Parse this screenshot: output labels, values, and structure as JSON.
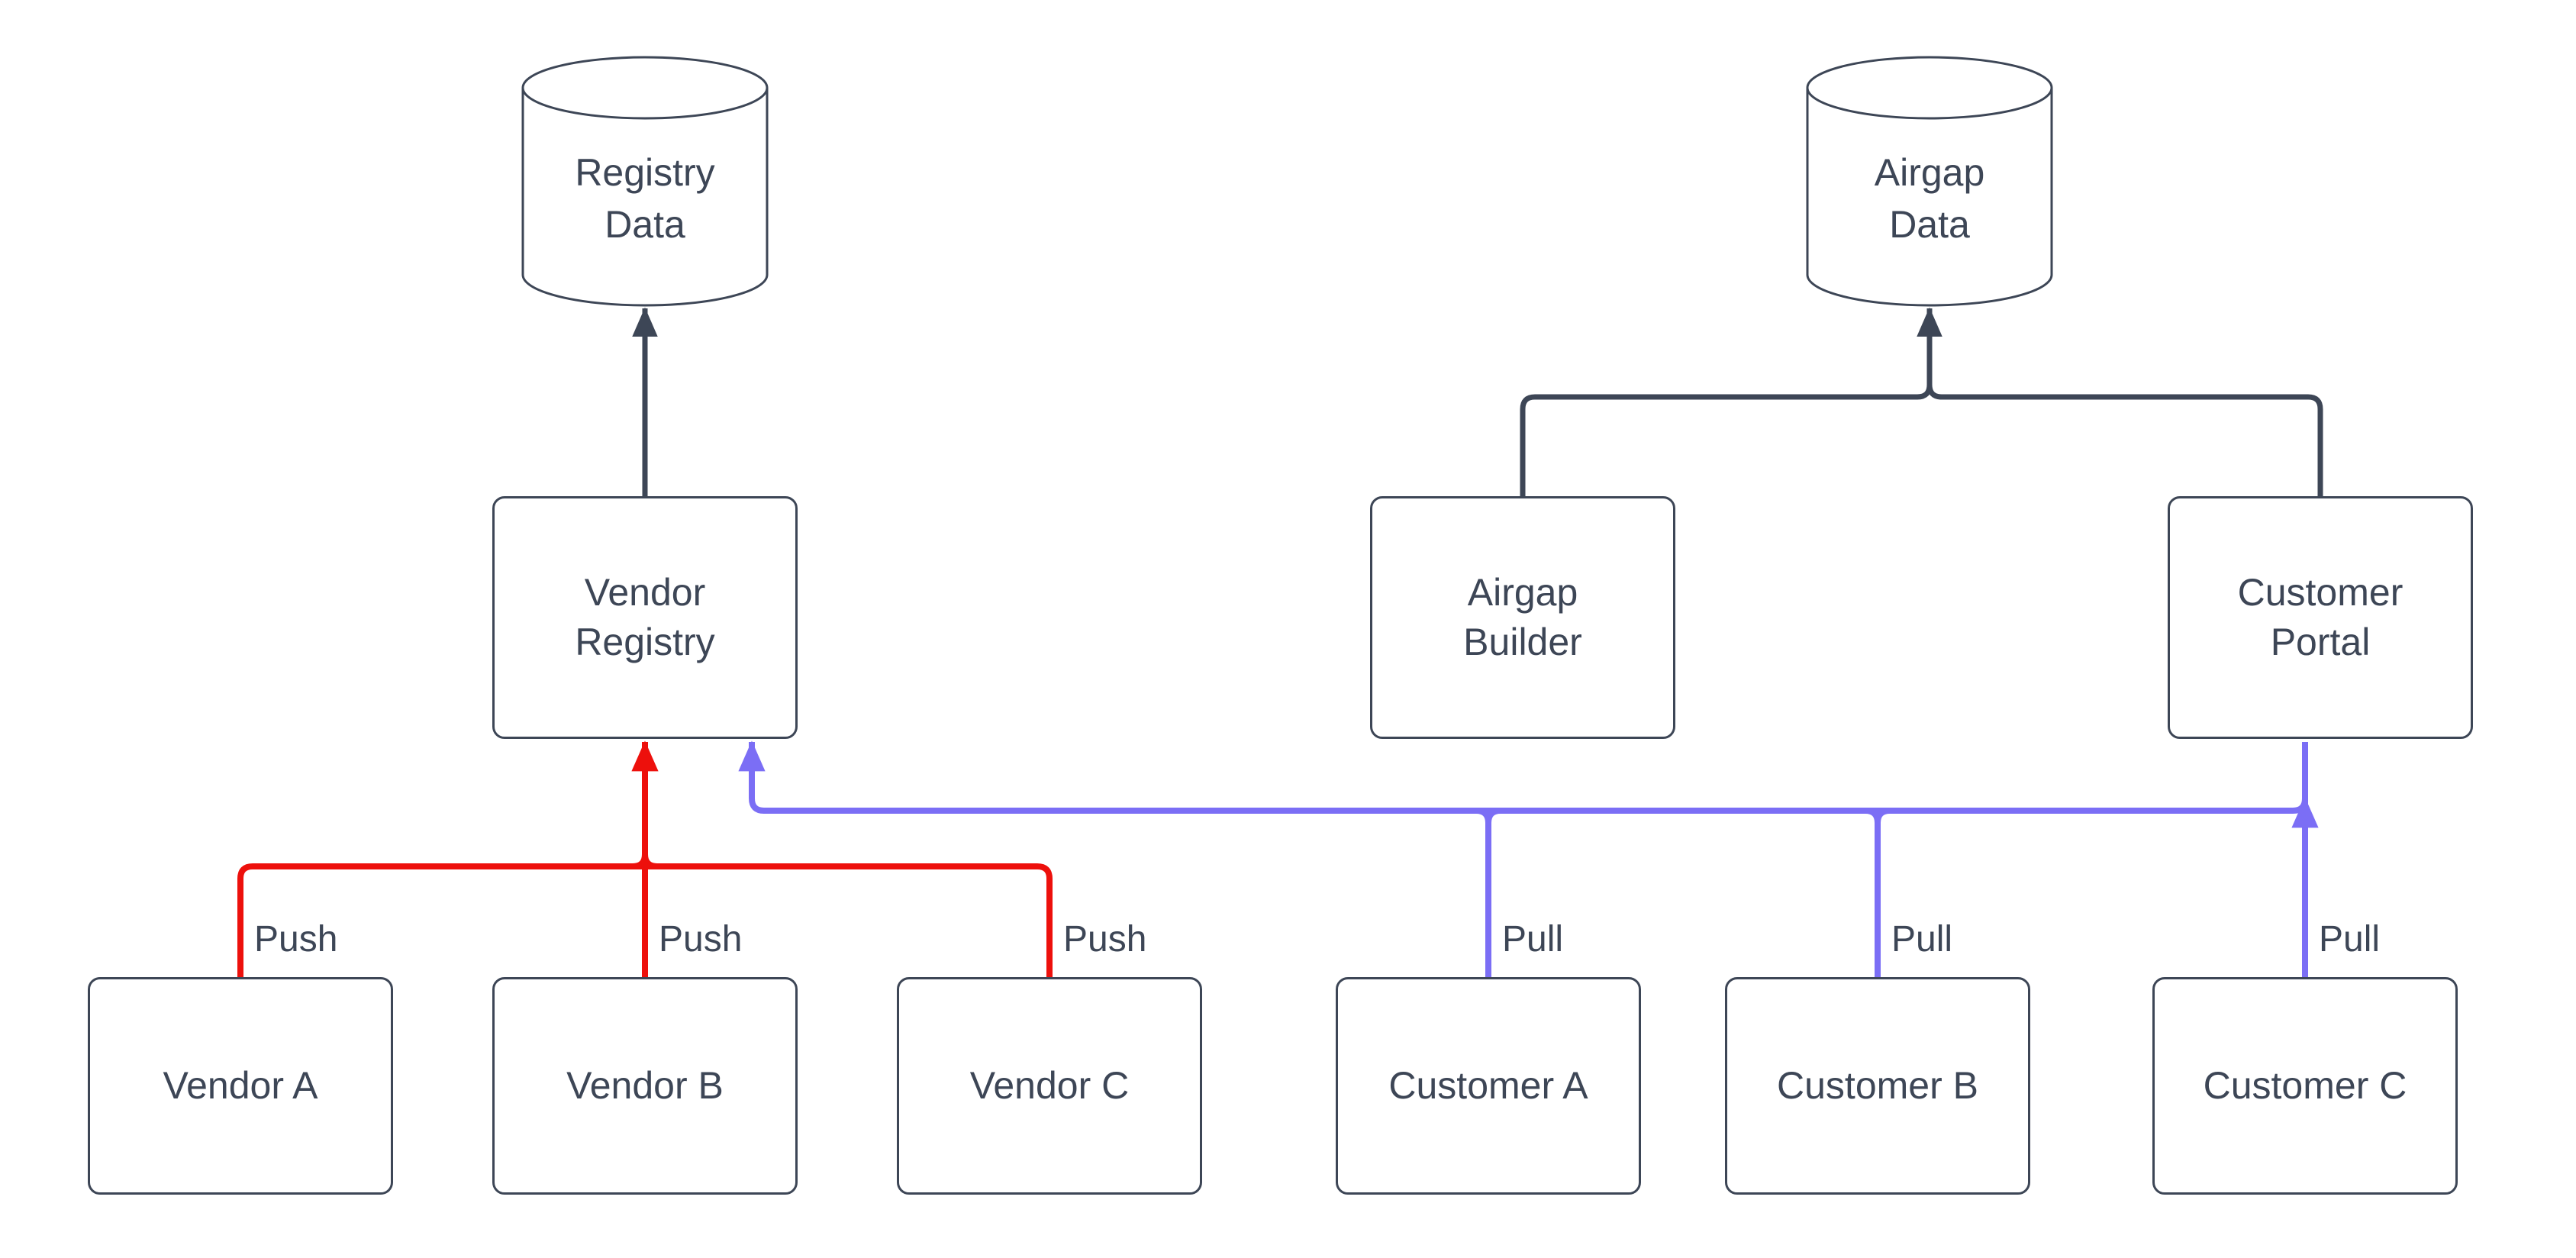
{
  "colors": {
    "dark": "#3d4656",
    "red": "#ed100c",
    "blue": "#7b6ef5",
    "background": "#ffffff",
    "node_fill": "#ffffff"
  },
  "nodes": {
    "registry_data": {
      "type": "database",
      "line1": "Registry",
      "line2": "Data"
    },
    "airgap_data": {
      "type": "database",
      "line1": "Airgap",
      "line2": "Data"
    },
    "vendor_registry": {
      "type": "process",
      "line1": "Vendor",
      "line2": "Registry"
    },
    "airgap_builder": {
      "type": "process",
      "line1": "Airgap",
      "line2": "Builder"
    },
    "customer_portal": {
      "type": "process",
      "line1": "Customer",
      "line2": "Portal"
    },
    "vendor_a": {
      "type": "process",
      "label": "Vendor A"
    },
    "vendor_b": {
      "type": "process",
      "label": "Vendor B"
    },
    "vendor_c": {
      "type": "process",
      "label": "Vendor C"
    },
    "customer_a": {
      "type": "process",
      "label": "Customer A"
    },
    "customer_b": {
      "type": "process",
      "label": "Customer B"
    },
    "customer_c": {
      "type": "process",
      "label": "Customer C"
    }
  },
  "edge_labels": {
    "push": "Push",
    "pull": "Pull"
  },
  "edges": [
    {
      "from": "vendor_registry",
      "to": "registry_data",
      "color": "dark",
      "label": ""
    },
    {
      "from": "airgap_builder",
      "to": "airgap_data",
      "color": "dark",
      "label": ""
    },
    {
      "from": "customer_portal",
      "to": "airgap_data",
      "color": "dark",
      "label": ""
    },
    {
      "from": "vendor_a",
      "to": "vendor_registry",
      "color": "red",
      "label": "Push"
    },
    {
      "from": "vendor_b",
      "to": "vendor_registry",
      "color": "red",
      "label": "Push"
    },
    {
      "from": "vendor_c",
      "to": "vendor_registry",
      "color": "red",
      "label": "Push"
    },
    {
      "from": "customer_a",
      "to": "vendor_registry",
      "color": "blue",
      "label": "Pull"
    },
    {
      "from": "customer_b",
      "to": "vendor_registry",
      "color": "blue",
      "label": "Pull"
    },
    {
      "from": "customer_c",
      "to": "customer_portal",
      "color": "blue",
      "label": "Pull"
    }
  ]
}
